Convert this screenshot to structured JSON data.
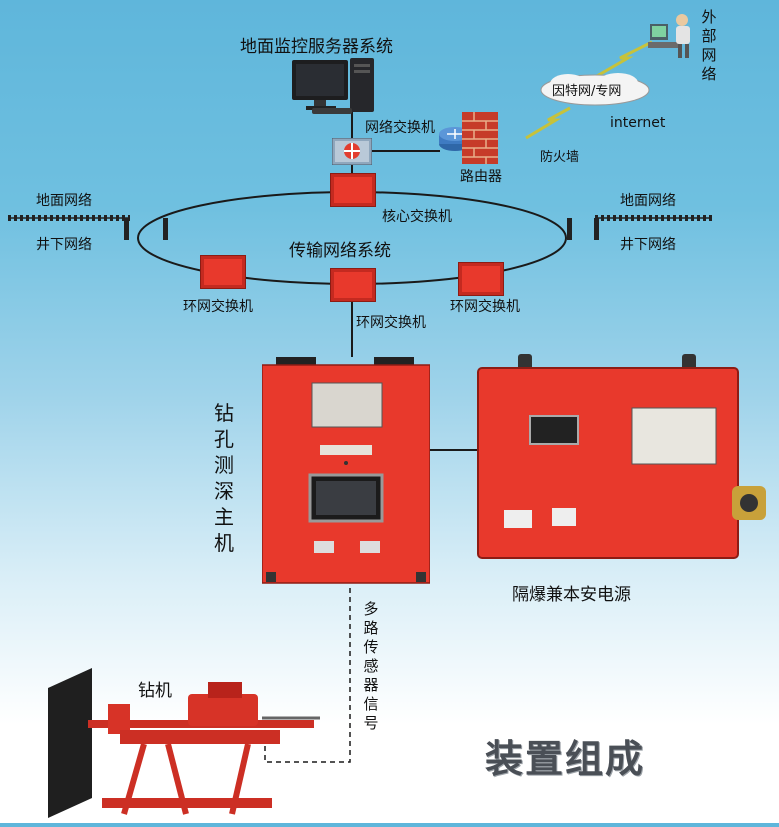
{
  "labels": {
    "server_system": "地面监控服务器系统",
    "external_network": "外部网络",
    "intranet": "因特网/专网",
    "internet": "internet",
    "network_switch": "网络交换机",
    "router": "路由器",
    "firewall": "防火墙",
    "ground_network_left": "地面网络",
    "ground_network_right": "地面网络",
    "underground_network_left": "井下网络",
    "underground_network_right": "井下网络",
    "core_switch": "核心交换机",
    "transmission_system": "传输网络系统",
    "ring_switch_left": "环网交换机",
    "ring_switch_center": "环网交换机",
    "ring_switch_right": "环网交换机",
    "drilling_host": "钻孔测深主机",
    "power_supply": "隔爆兼本安电源",
    "multi_sensor_signal": "多路传感器信号",
    "drill_rig": "钻机"
  },
  "title": "装置组成",
  "colors": {
    "equipment_red": "#e8392c",
    "equipment_dark_red": "#b8231b",
    "line": "#1a1a1a"
  }
}
